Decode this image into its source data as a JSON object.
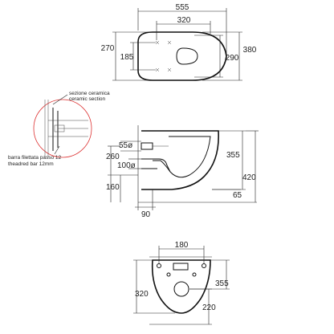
{
  "top_view": {
    "width_overall": "555",
    "width_fixing": "320",
    "height_left": "270",
    "height_left_inner": "185",
    "height_right_inner": "290",
    "height_right_overall": "380"
  },
  "detail": {
    "label_it": "sezione ceramica",
    "label_en": "ceramic section",
    "bar_it": "barra filettata passo 12",
    "bar_en": "theadred bar 12mm"
  },
  "side_view": {
    "dim_55": "55ø",
    "dim_260": "260",
    "dim_100": "100ø",
    "dim_160": "160",
    "dim_90": "90",
    "dim_355": "355",
    "dim_420": "420",
    "dim_65": "65"
  },
  "back_view": {
    "dim_180": "180",
    "dim_355": "355",
    "dim_320": "320",
    "dim_220": "220"
  },
  "colors": {
    "line": "#222222",
    "accent": "#dd3333"
  }
}
